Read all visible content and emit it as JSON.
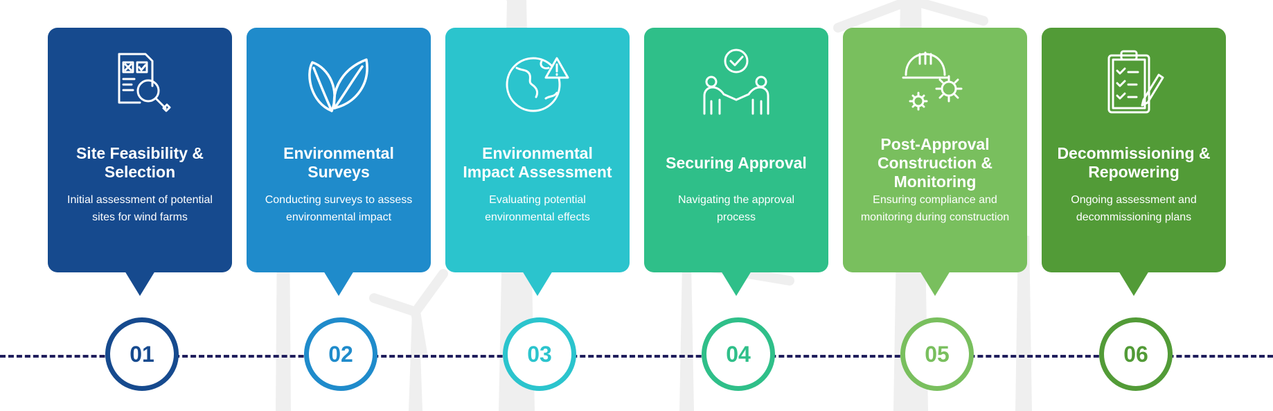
{
  "steps": [
    {
      "number": "01",
      "title": "Site Feasibility & Selection",
      "description": "Initial assessment of potential sites for wind farms",
      "icon": "checklist-magnifier-icon",
      "color": "#164a8e"
    },
    {
      "number": "02",
      "title": "Environmental Surveys",
      "description": "Conducting surveys to assess environmental impact",
      "icon": "leaves-icon",
      "color": "#1f8bcb"
    },
    {
      "number": "03",
      "title": "Environmental Impact Assessment",
      "description": "Evaluating potential environmental effects",
      "icon": "globe-warning-icon",
      "color": "#2bc4cd"
    },
    {
      "number": "04",
      "title": "Securing Approval",
      "description": "Navigating the approval process",
      "icon": "handshake-approval-icon",
      "color": "#2fbf89"
    },
    {
      "number": "05",
      "title": "Post-Approval Construction & Monitoring",
      "description": "Ensuring compliance and monitoring during construction",
      "icon": "hardhat-gears-icon",
      "color": "#79bf5e"
    },
    {
      "number": "06",
      "title": "Decommissioning & Repowering",
      "description": "Ongoing assessment and decommissioning plans",
      "icon": "clipboard-checklist-icon",
      "color": "#529b37"
    }
  ]
}
